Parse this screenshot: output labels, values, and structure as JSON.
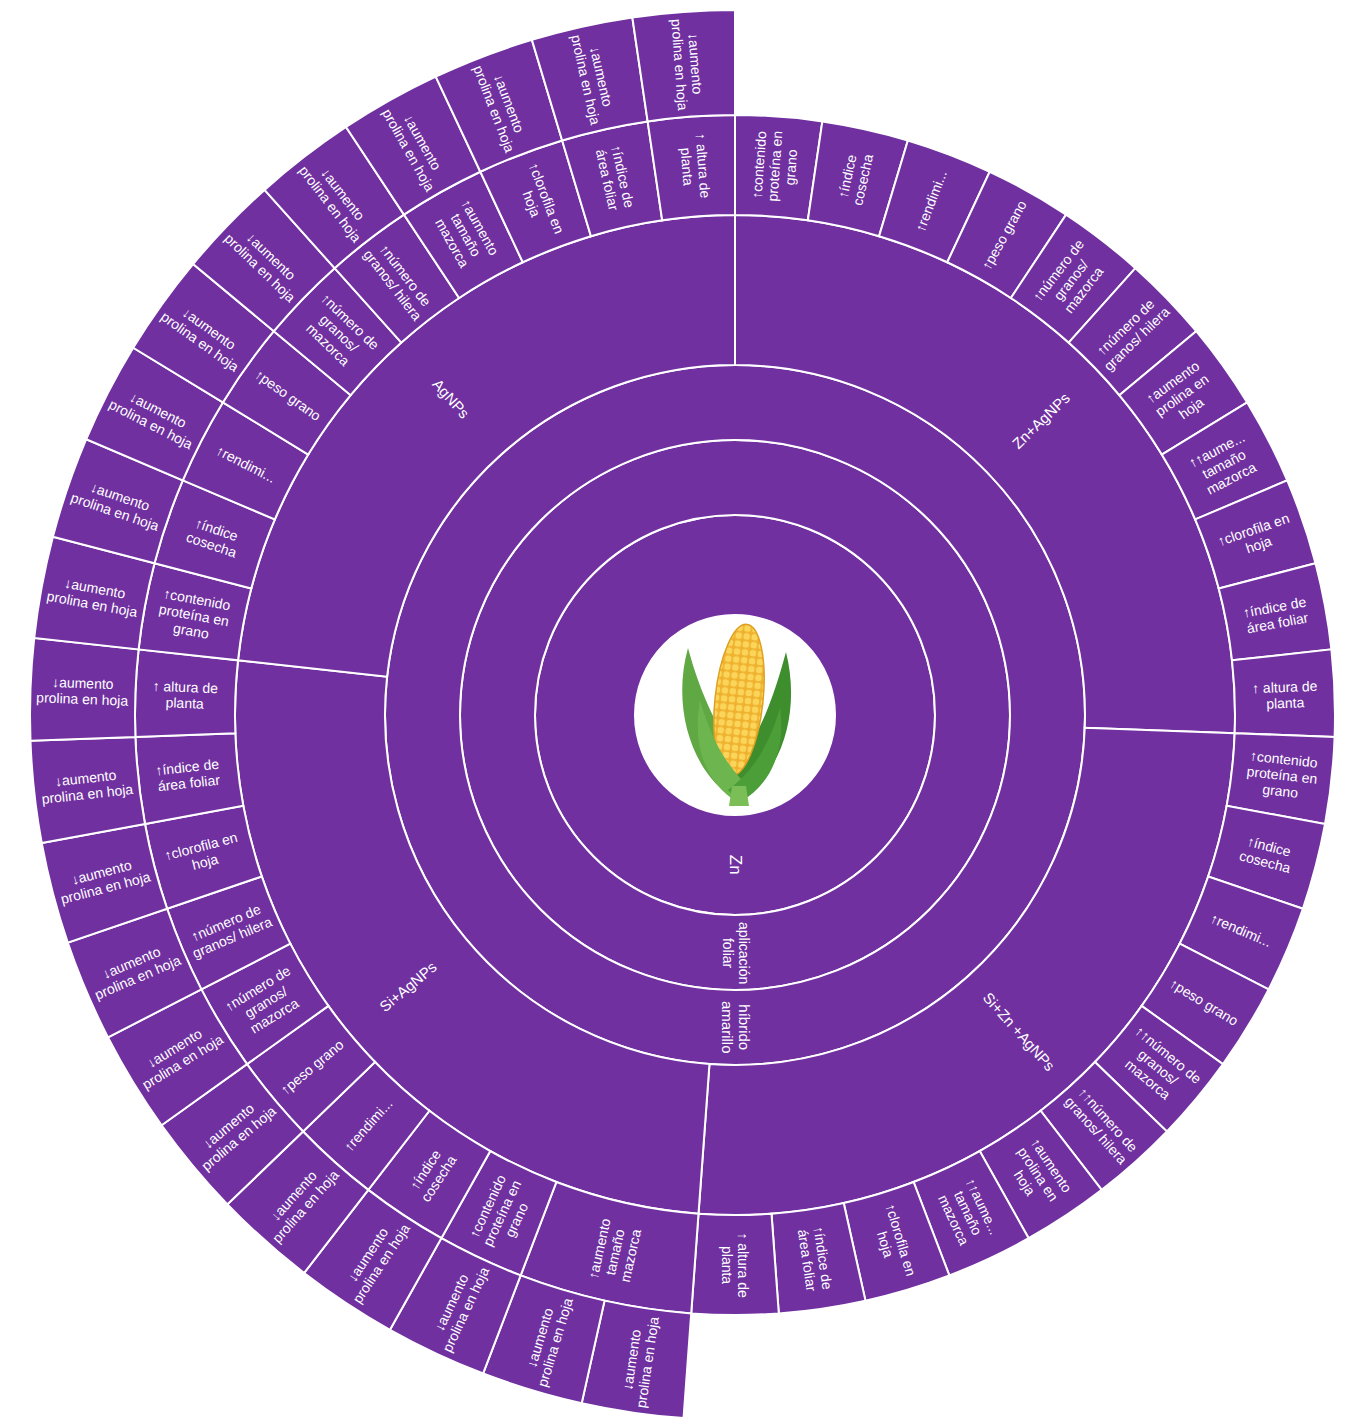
{
  "diagram": {
    "nodes": [
      {
        "text": [
          "Zn"
        ]
      },
      {
        "text": [
          "aplicación foliar"
        ],
        "in": 0
      },
      {
        "text": [
          "híbrido amarillo"
        ],
        "in": 1
      },
      {
        "text": [
          "Zn+AgNPs"
        ],
        "in": 2
      },
      {
        "text": [
          "↑contenido proteína en grano"
        ],
        "in": 3
      },
      {
        "text": [
          "↑índice cosecha"
        ],
        "in": 3
      },
      {
        "text": [
          "↑rendimi..."
        ],
        "in": 3
      },
      {
        "text": [
          "↑peso grano"
        ],
        "in": 3
      },
      {
        "text": [
          "↑número de granos/ mazorca"
        ],
        "in": 3
      },
      {
        "text": [
          "↑número de granos/ hilera"
        ],
        "in": 3
      },
      {
        "text": [
          "↑aumento prolina en hoja"
        ],
        "in": 3
      },
      {
        "text": [
          "↑↑aume... tamaño mazorca"
        ],
        "in": 3
      },
      {
        "text": [
          "↑clorofila en hoja"
        ],
        "in": 3
      },
      {
        "text": [
          "↑índice de área foliar"
        ],
        "in": 3
      },
      {
        "text": [
          "↑ altura de planta"
        ],
        "in": 3
      },
      {
        "text": [
          "Si+Zn +AgNPs"
        ],
        "in": 2
      },
      {
        "text": [
          "↑contenido proteína en grano"
        ],
        "in": 15
      },
      {
        "text": [
          "↑índice cosecha"
        ],
        "in": 15
      },
      {
        "text": [
          "↑rendimi..."
        ],
        "in": 15
      },
      {
        "text": [
          "↑peso grano"
        ],
        "in": 15
      },
      {
        "text": [
          "↑↑número de granos/ mazorca"
        ],
        "in": 15
      },
      {
        "text": [
          "↑↑número de granos/ hilera"
        ],
        "in": 15
      },
      {
        "text": [
          "↑aumento prolina en hoja"
        ],
        "in": 15
      },
      {
        "text": [
          "↑↑aume... tamaño mazorca"
        ],
        "in": 15
      },
      {
        "text": [
          "↑clorofila en hoja"
        ],
        "in": 15
      },
      {
        "text": [
          "↑índice de área foliar"
        ],
        "in": 15
      },
      {
        "text": [
          "↑ altura de planta"
        ],
        "in": 15
      },
      {
        "text": [
          "Si+AgNPs"
        ],
        "in": 2
      },
      {
        "text": [
          "↑aumento tamaño mazorca"
        ],
        "in": 27
      },
      {
        "text": [
          "↓aumento prolina en hoja"
        ],
        "in": 28
      },
      {
        "text": [
          "↓aumento prolina en hoja"
        ],
        "in": 28
      },
      {
        "text": [
          "↑contenido proteína en grano"
        ],
        "in": 27
      },
      {
        "text": [
          "↓aumento prolina en hoja"
        ],
        "in": 31
      },
      {
        "text": [
          "↑índice cosecha"
        ],
        "in": 27
      },
      {
        "text": [
          "↓aumento prolina en hoja"
        ],
        "in": 33
      },
      {
        "text": [
          "↑rendimi..."
        ],
        "in": 27
      },
      {
        "text": [
          "↓aumento prolina en hoja"
        ],
        "in": 35
      },
      {
        "text": [
          "↑peso grano"
        ],
        "in": 27
      },
      {
        "text": [
          "↓aumento prolina en hoja"
        ],
        "in": 37
      },
      {
        "text": [
          "↑número de granos/ mazorca"
        ],
        "in": 27
      },
      {
        "text": [
          "↓aumento prolina en hoja"
        ],
        "in": 39
      },
      {
        "text": [
          "↑número de granos/ hilera"
        ],
        "in": 27
      },
      {
        "text": [
          "↓aumento prolina en hoja"
        ],
        "in": 41
      },
      {
        "text": [
          "↑clorofila en hoja"
        ],
        "in": 27
      },
      {
        "text": [
          "↓aumento prolina en hoja"
        ],
        "in": 43
      },
      {
        "text": [
          "↑índice de área foliar"
        ],
        "in": 27
      },
      {
        "text": [
          "↓aumento prolina en hoja"
        ],
        "in": 45
      },
      {
        "text": [
          "↑ altura de planta"
        ],
        "in": 27
      },
      {
        "text": [
          "↓aumento prolina en hoja"
        ],
        "in": 47
      },
      {
        "text": [
          "AgNPs"
        ],
        "in": 2
      },
      {
        "text": [
          "↑contenido proteína en grano"
        ],
        "in": 49
      },
      {
        "text": [
          "↓aumento prolina en hoja"
        ],
        "in": 50
      },
      {
        "text": [
          "↑índice cosecha"
        ],
        "in": 49
      },
      {
        "text": [
          "↓aumento prolina en hoja"
        ],
        "in": 52
      },
      {
        "text": [
          "↑rendimi..."
        ],
        "in": 49
      },
      {
        "text": [
          "↓aumento prolina en hoja"
        ],
        "in": 54
      },
      {
        "text": [
          "↑peso grano"
        ],
        "in": 49
      },
      {
        "text": [
          "↓aumento prolina en hoja"
        ],
        "in": 56
      },
      {
        "text": [
          "↑número de granos/ mazorca"
        ],
        "in": 49
      },
      {
        "text": [
          "↓aumento prolina en hoja"
        ],
        "in": 58
      },
      {
        "text": [
          "↑número de granos/ hilera"
        ],
        "in": 49
      },
      {
        "text": [
          "↓aumento prolina en hoja"
        ],
        "in": 60
      },
      {
        "text": [
          "↑aumento tamaño mazorca"
        ],
        "in": 49
      },
      {
        "text": [
          "↓aumento prolina en hoja"
        ],
        "in": 62
      },
      {
        "text": [
          "↑clorofila en hoja"
        ],
        "in": 49
      },
      {
        "text": [
          "↓aumento prolina en hoja"
        ],
        "in": 64
      },
      {
        "text": [
          "↑índice de área foliar"
        ],
        "in": 49
      },
      {
        "text": [
          "↓aumento prolina en hoja"
        ],
        "in": 66
      },
      {
        "text": [
          "↑ altura de planta"
        ],
        "in": 49
      },
      {
        "text": [
          "↓aumento prolina en hoja"
        ],
        "in": 68
      }
    ]
  }
}
